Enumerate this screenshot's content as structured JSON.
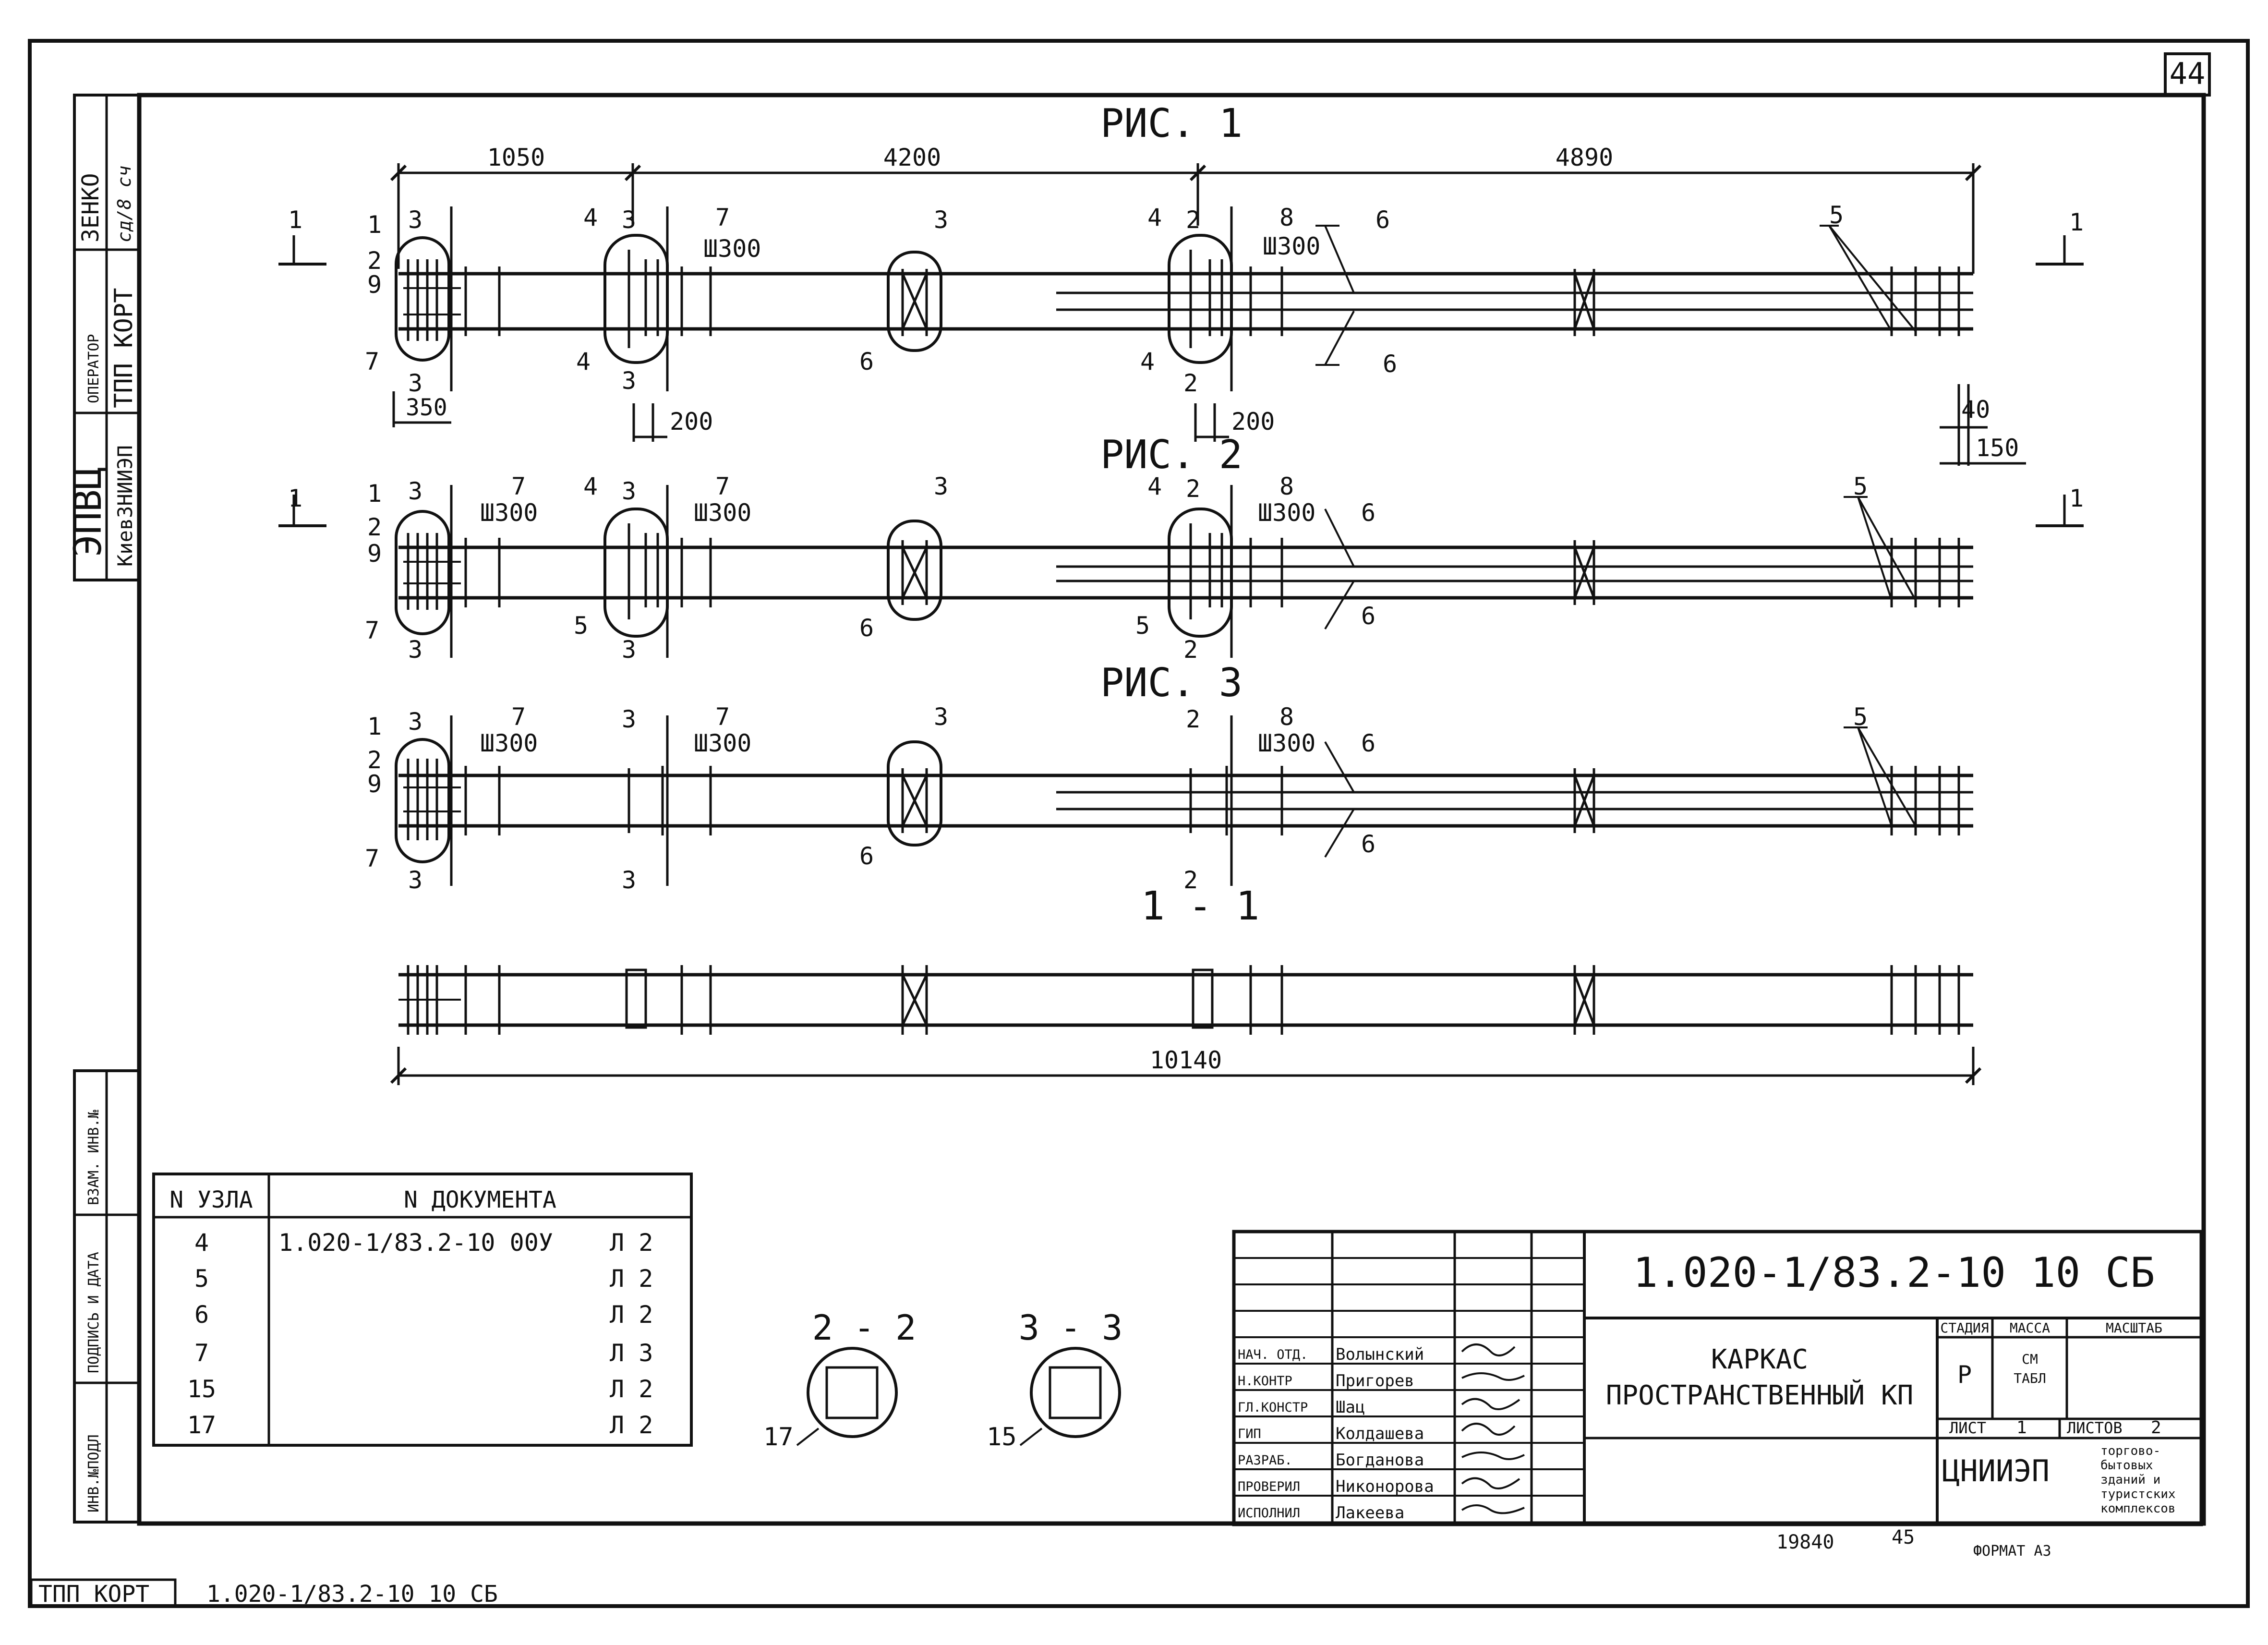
{
  "sheet": {
    "number": "44",
    "bottom_code": "1.020-1/83.2-10 10 СБ",
    "bottom_label": "ТПП КОРТ",
    "format": "ФОРМАТ А3",
    "stamp_left": "19840",
    "stamp_right": "45"
  },
  "side_stamp": {
    "org": "ЭПВЦ",
    "org_sub": "КиевЗНИИЭП",
    "operator_label": "ОПЕРАТОР",
    "operator": "ТПП КОРТ",
    "name": "ЗЕНКО",
    "signature": "сд/8 сч"
  },
  "side_columns": {
    "inv_podl": "ИНВ.№ПОДЛ",
    "podpis": "ПОДПИСЬ И ДАТА",
    "vzam": "ВЗАМ. ИНВ.№"
  },
  "figures": {
    "fig1_title": "РИС. 1",
    "fig2_title": "РИС. 2",
    "fig3_title": "РИС. 3",
    "section_title": "1 - 1",
    "dim_1050": "1050",
    "dim_4200": "4200",
    "dim_4890": "4890",
    "dim_350": "350",
    "dim_200a": "200",
    "dim_200b": "200",
    "dim_40": "40",
    "dim_150": "150",
    "dim_10140": "10140",
    "w300": "Ш300",
    "cut_1": "1",
    "cut_2": "2",
    "cut_3": "3",
    "n1": "1",
    "n2": "2",
    "n3": "3",
    "n4": "4",
    "n5": "5",
    "n6": "6",
    "n7": "7",
    "n8": "8",
    "n9": "9",
    "sec22": "2 - 2",
    "sec33": "3 - 3",
    "n15": "15",
    "n17": "17"
  },
  "nodes_table": {
    "header_node": "N УЗЛА",
    "header_doc": "N ДОКУМЕНТА",
    "rows": [
      {
        "node": "4",
        "doc": "1.020-1/83.2-10 00У",
        "sheet": "Л 2"
      },
      {
        "node": "5",
        "doc": "",
        "sheet": "Л 2"
      },
      {
        "node": "6",
        "doc": "",
        "sheet": "Л 2"
      },
      {
        "node": "7",
        "doc": "",
        "sheet": "Л 3"
      },
      {
        "node": "15",
        "doc": "",
        "sheet": "Л 2"
      },
      {
        "node": "17",
        "doc": "",
        "sheet": "Л 2"
      }
    ]
  },
  "title_block": {
    "code": "1.020-1/83.2-10 10 СБ",
    "name_line1": "КАРКАС",
    "name_line2": "ПРОСТРАНСТВЕННЫЙ КП",
    "stage_label": "СТАДИЯ",
    "mass_label": "МАССА",
    "scale_label": "МАСШТАБ",
    "stage": "Р",
    "mass_line1": "СМ",
    "mass_line2": "ТАБЛ",
    "sheet_label": "ЛИСТ",
    "sheet": "1",
    "sheets_label": "ЛИСТОВ",
    "sheets": "2",
    "org": "ЦНИИЭП",
    "org_desc": [
      "торгово-",
      "бытовых",
      "зданий и",
      "туристских",
      "комплексов"
    ],
    "people": [
      {
        "role": "НАЧ. ОТД.",
        "name": "Волынский"
      },
      {
        "role": "Н.КОНТР",
        "name": "Пригорев"
      },
      {
        "role": "ГЛ.КОНСТР",
        "name": "Шац"
      },
      {
        "role": "ГИП",
        "name": "Колдашева"
      },
      {
        "role": "РАЗРАБ.",
        "name": "Богданова"
      },
      {
        "role": "ПРОВЕРИЛ",
        "name": "Никонорова"
      },
      {
        "role": "ИСПОЛНИЛ",
        "name": "Лакеева"
      }
    ]
  }
}
